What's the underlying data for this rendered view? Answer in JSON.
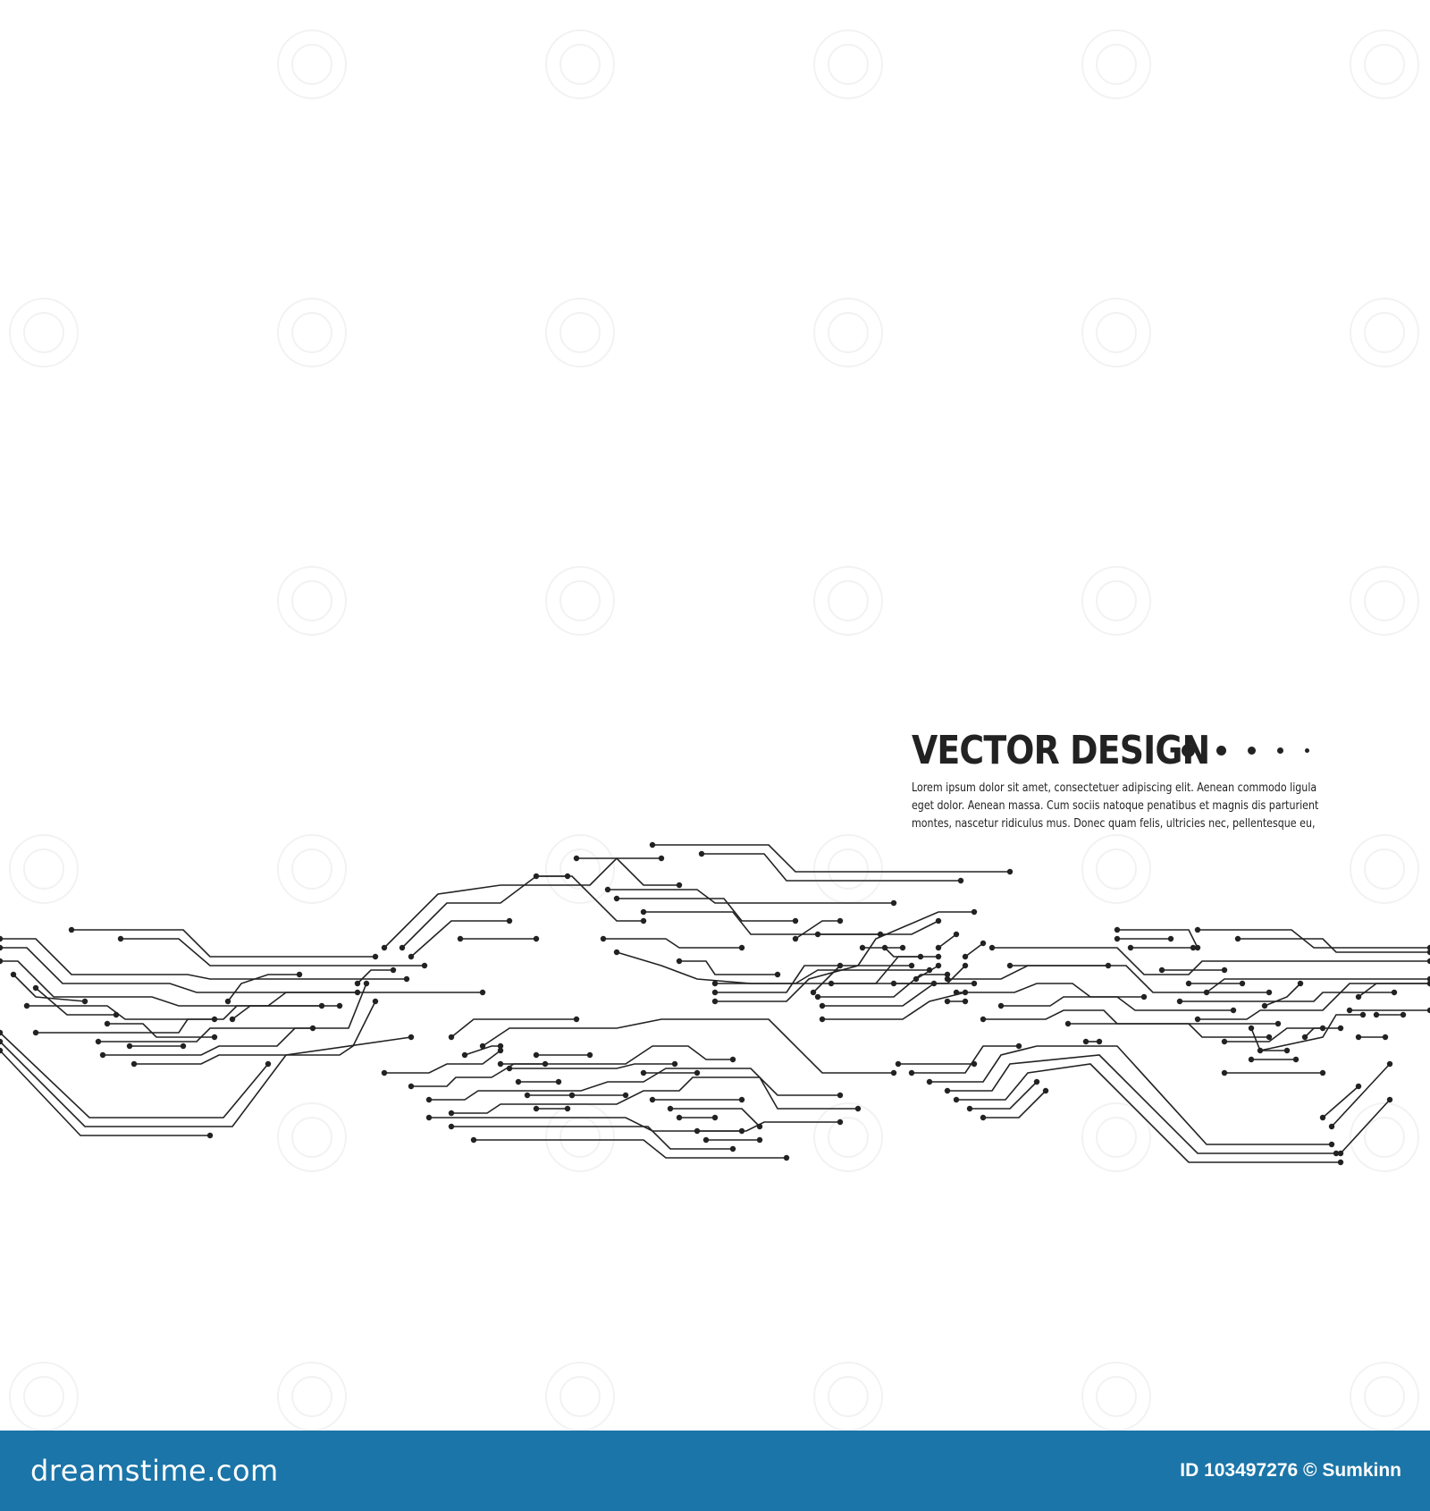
{
  "title": "VECTOR DESIGN",
  "body_lines": [
    "Lorem ipsum dolor sit amet, consectetuer adipiscing elit. Aenean commodo ligula",
    "eget dolor. Aenean massa. Cum sociis natoque penatibus et magnis dis parturient",
    "montes, nascetur ridiculus mus. Donec quam felis, ultricies nec, pellentesque eu,"
  ],
  "footer": {
    "brand": "dreamstime.com",
    "credit": "ID 103497276 © Sumkinn"
  },
  "colors": {
    "ink": "#222222",
    "footer_bg": "#1b75a8",
    "footer_text": "#ffffff"
  },
  "icons": [
    "watermark-spiral-icon",
    "circuit-pad-icon"
  ]
}
